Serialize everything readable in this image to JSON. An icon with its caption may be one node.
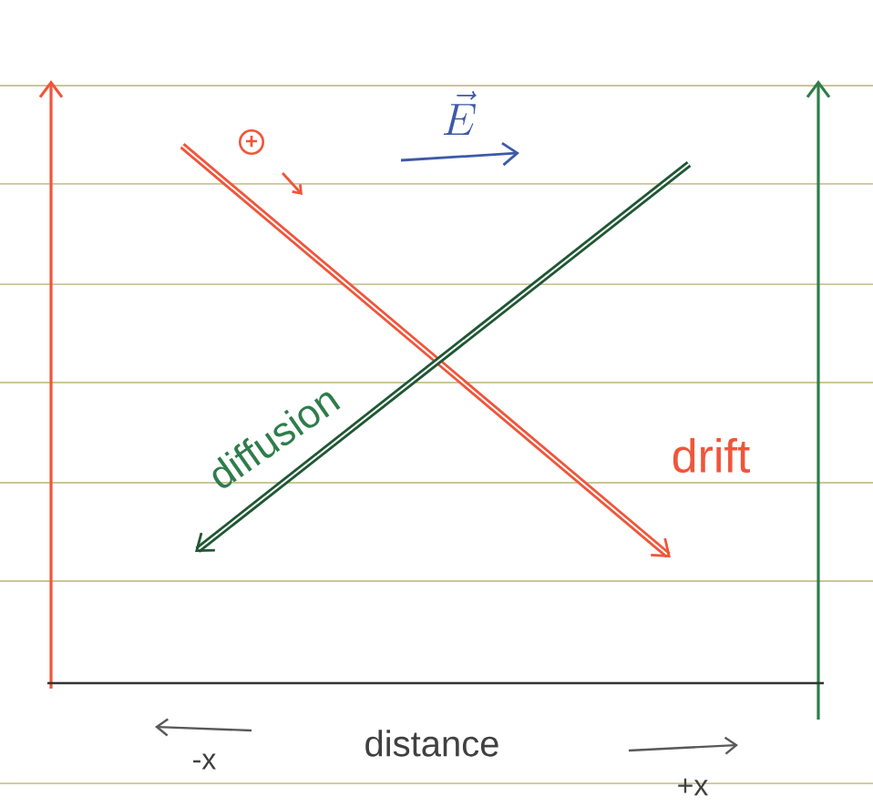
{
  "diagram": {
    "nodes": [
      {
        "text": [
          "+"
        ]
      }
    ],
    "labels": [
      "\\vec{E}",
      "diffusion",
      "drift",
      "-x",
      "distance",
      "+x"
    ]
  }
}
